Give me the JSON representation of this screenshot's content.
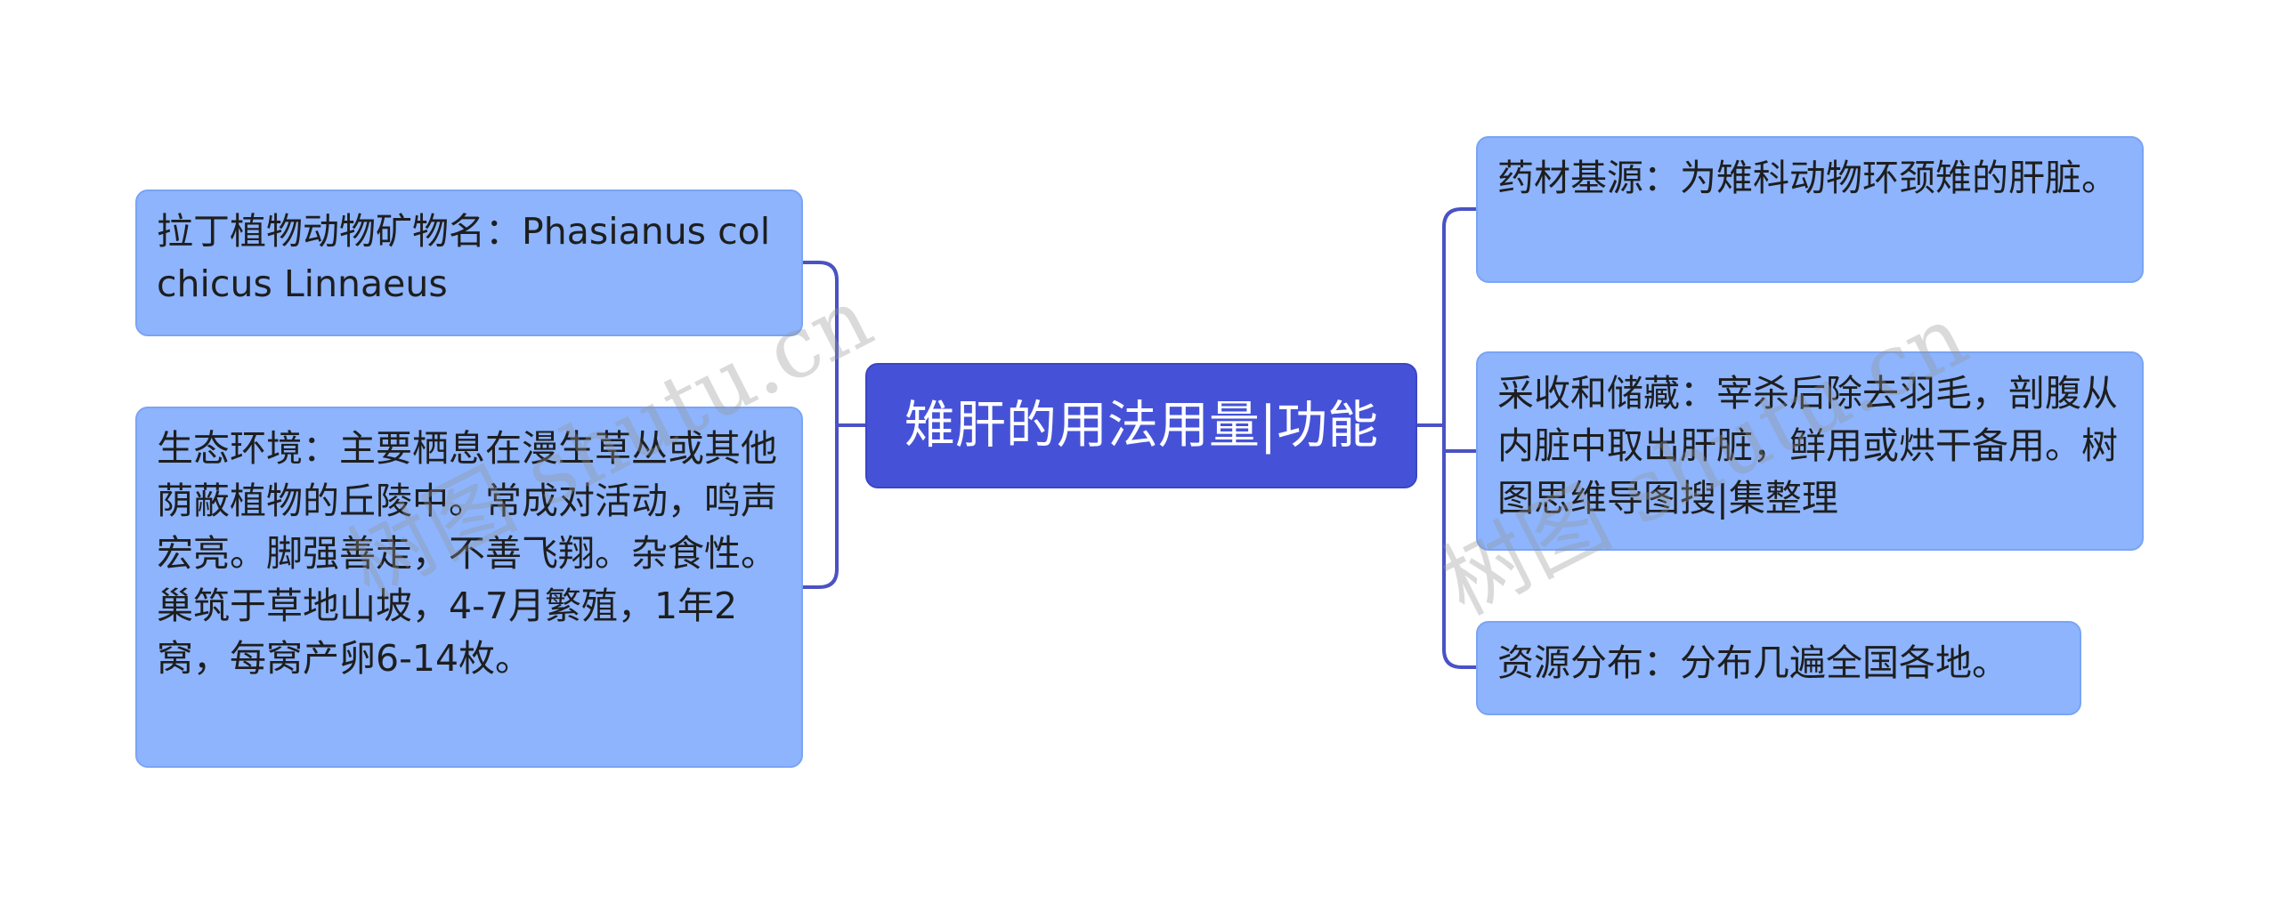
{
  "root": {
    "label": "雉肝的用法用量|功能"
  },
  "left_branches": [
    {
      "text": "拉丁植物动物矿物名：Phasianus colchicus Linnaeus"
    },
    {
      "text": "生态环境：主要栖息在漫生草丛或其他荫蔽植物的丘陵中。常成对活动，鸣声宏亮。脚强善走，不善飞翔。杂食性。巢筑于草地山坡，4-7月繁殖，1年2窝，每窝产卵6-14枚。"
    }
  ],
  "right_branches": [
    {
      "text": "药材基源：为雉科动物环颈雉的肝脏。"
    },
    {
      "text": "采收和储藏：宰杀后除去羽毛，剖腹从内脏中取出肝脏，鲜用或烘干备用。树图思维导图搜|集整理"
    },
    {
      "text": "资源分布：分布几遍全国各地。"
    }
  ],
  "watermarks": [
    "树图 shutu.cn",
    "树图 shutu.cn"
  ],
  "colors": {
    "root_fill": "#4552d8",
    "branch_fill": "#8db4fc",
    "connector": "#4a52c4"
  }
}
